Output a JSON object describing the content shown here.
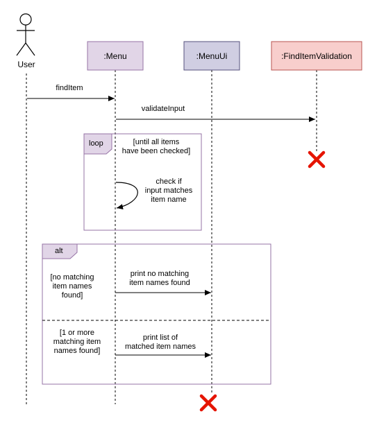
{
  "actors": {
    "user": "User"
  },
  "participants": {
    "menu": ":Menu",
    "menu_ui": ":MenuUi",
    "validation": ":FindItemValidation"
  },
  "messages": {
    "find_item": "findItem",
    "validate_input": "validateInput",
    "self_check": "check if\ninput matches\nitem name",
    "print_no_match": "print no matching\nitem names found",
    "print_list": "print list of\nmatched item names"
  },
  "frames": {
    "loop": {
      "tag": "loop",
      "guard": "[until all items\nhave been checked]"
    },
    "alt": {
      "tag": "alt",
      "guard_1": "[no matching\nitem names\nfound]",
      "guard_2": "[1 or more\nmatching item\nnames found]"
    }
  },
  "colors": {
    "menu_fill": "#e1d5e7",
    "menu_stroke": "#9673a6",
    "menuui_fill": "#d0cee2",
    "menuui_stroke": "#56517e",
    "validation_fill": "#f8cecc",
    "validation_stroke": "#b85450",
    "validation_text": "#000000",
    "destroy": "#e51400",
    "frame_stroke": "#9673a6"
  },
  "icons": {
    "destroy_marker": "x-icon",
    "actor": "stick-figure-icon"
  }
}
